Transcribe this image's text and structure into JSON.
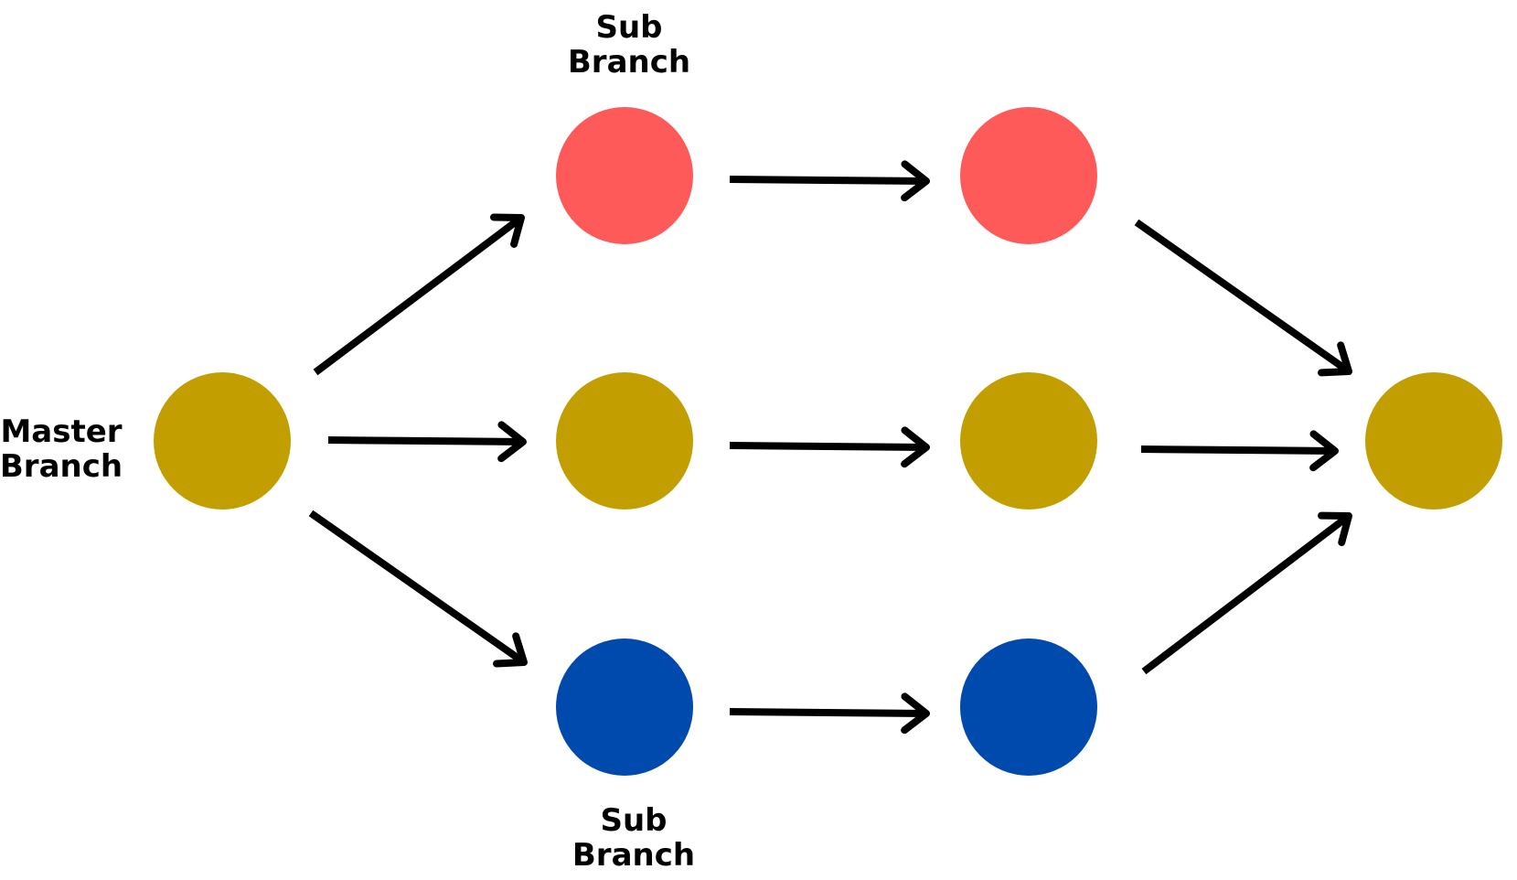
{
  "labels": {
    "master": [
      "Master",
      "Branch"
    ],
    "sub_top": [
      "Sub",
      "Branch"
    ],
    "sub_bottom": [
      "Sub",
      "Branch"
    ]
  },
  "colors": {
    "master": "#C29E00",
    "sub_red": "#FF5A5A",
    "sub_blue": "#004AAD",
    "arrow": "#000000"
  },
  "nodes": [
    {
      "id": "master-start",
      "color": "master"
    },
    {
      "id": "red-1",
      "color": "sub_red"
    },
    {
      "id": "gold-1",
      "color": "master"
    },
    {
      "id": "blue-1",
      "color": "sub_blue"
    },
    {
      "id": "red-2",
      "color": "sub_red"
    },
    {
      "id": "gold-2",
      "color": "master"
    },
    {
      "id": "blue-2",
      "color": "sub_blue"
    },
    {
      "id": "master-end",
      "color": "master"
    }
  ],
  "edges": [
    {
      "from": "master-start",
      "to": "red-1"
    },
    {
      "from": "master-start",
      "to": "gold-1"
    },
    {
      "from": "master-start",
      "to": "blue-1"
    },
    {
      "from": "red-1",
      "to": "red-2"
    },
    {
      "from": "gold-1",
      "to": "gold-2"
    },
    {
      "from": "blue-1",
      "to": "blue-2"
    },
    {
      "from": "red-2",
      "to": "master-end"
    },
    {
      "from": "gold-2",
      "to": "master-end"
    },
    {
      "from": "blue-2",
      "to": "master-end"
    }
  ]
}
